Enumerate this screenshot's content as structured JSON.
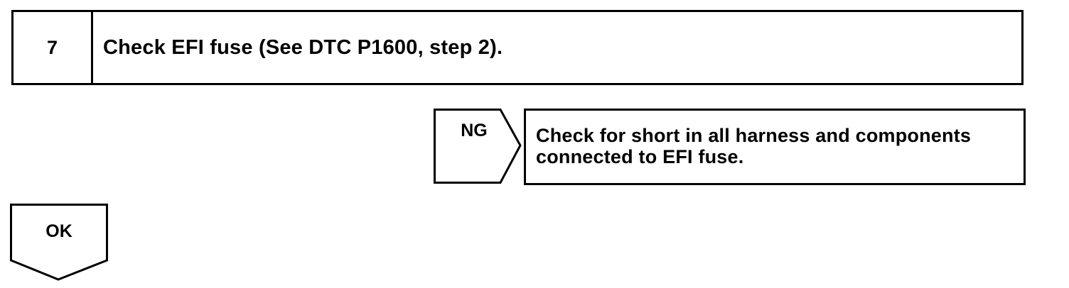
{
  "step": {
    "number": "7",
    "text": "Check EFI fuse (See DTC P1600, step 2)."
  },
  "ng_branch": {
    "label": "NG",
    "action_line1": "Check for short in all harness and components",
    "action_line2": "connected to EFI fuse."
  },
  "ok_branch": {
    "label": "OK"
  }
}
